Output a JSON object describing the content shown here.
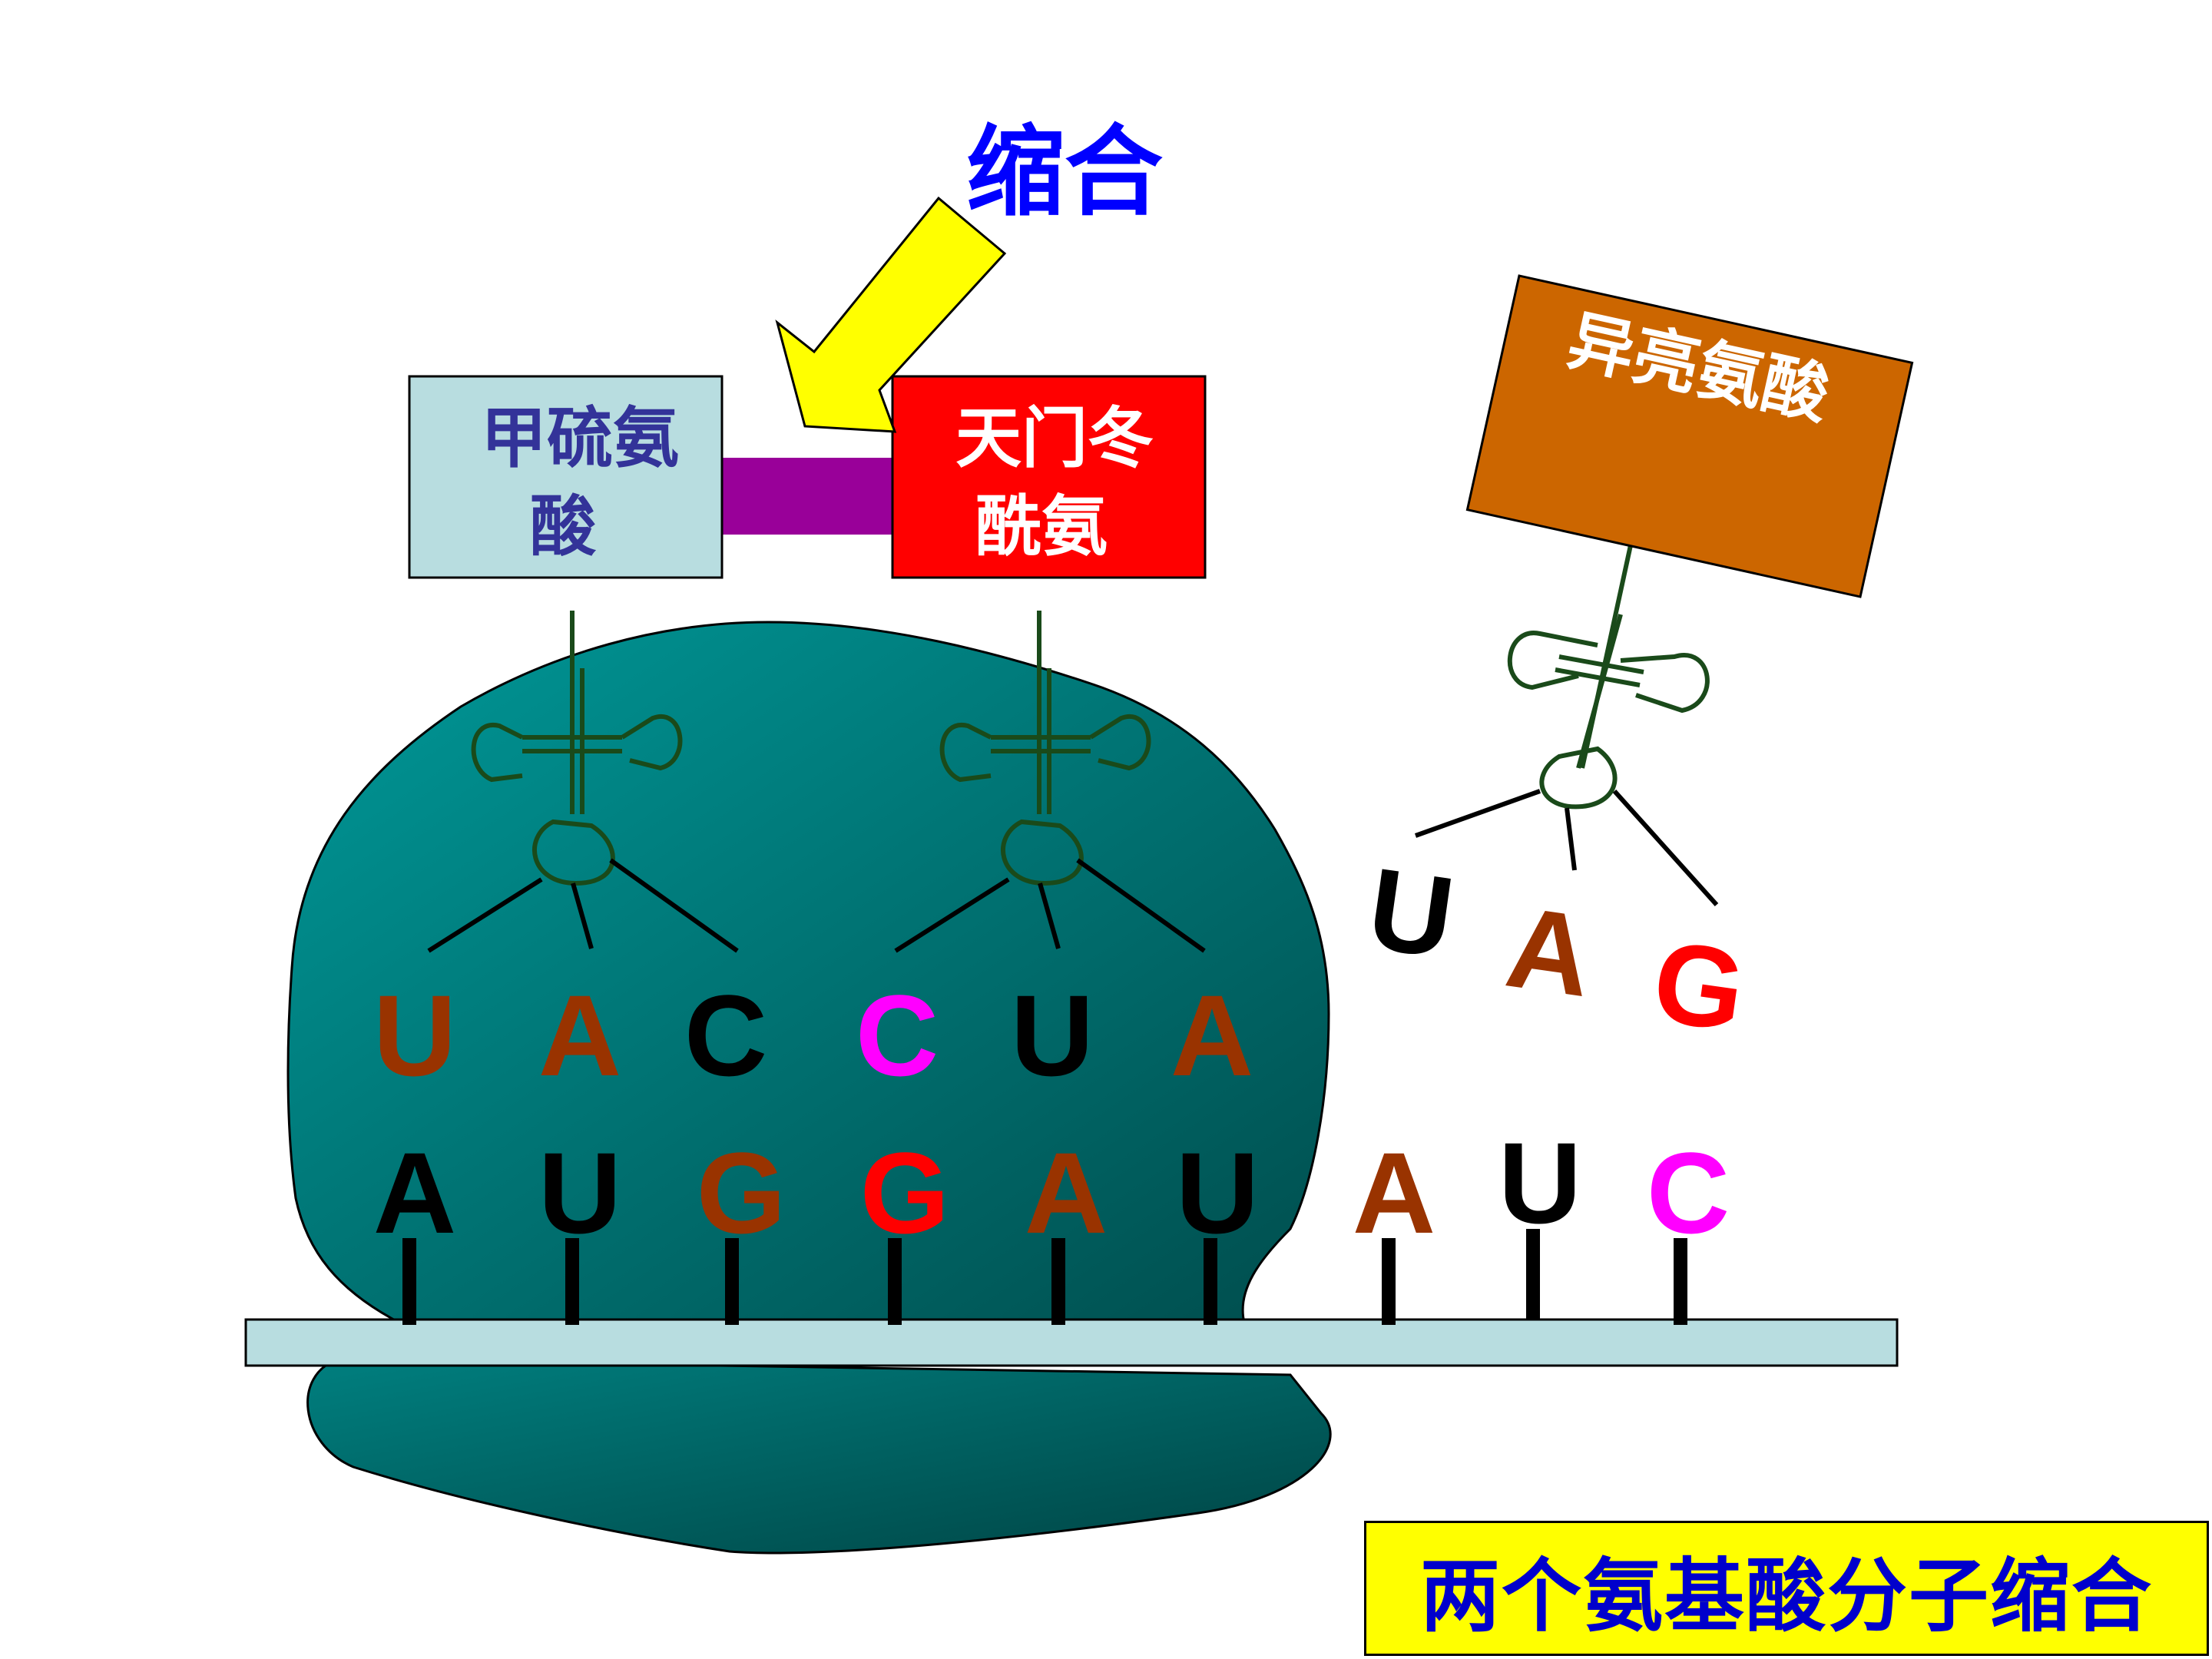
{
  "labels": {
    "condensation": "缩合",
    "methionine": [
      "甲硫氨",
      "酸"
    ],
    "asparagine": [
      "天门冬",
      "酰氨"
    ],
    "isoleucine": "异亮氨酸",
    "caption": "两个氨基酸分子缩合"
  },
  "anticodons": {
    "trna1": [
      "U",
      "A",
      "C"
    ],
    "trna2": [
      "C",
      "U",
      "A"
    ],
    "trna3": [
      "U",
      "A",
      "G"
    ]
  },
  "mrna_codons": [
    "A",
    "U",
    "G",
    "G",
    "A",
    "U",
    "A",
    "U",
    "C"
  ],
  "colors": {
    "methionine_box": "#b8dde0",
    "methionine_text": "#333399",
    "asparagine_box": "#ff0000",
    "isoleucine_box": "#cc6600",
    "peptide_bond": "#990099",
    "arrow": "#ffff00",
    "ribosome_light": "#009999",
    "ribosome_dark": "#004d4d",
    "mrna_strand": "#b8dde0",
    "trna": "#1a4a1a",
    "condensation_text": "#0000ff",
    "caption_bg": "#ffff00",
    "caption_text": "#0000cc",
    "base_brown": "#993300",
    "base_black": "#000000",
    "base_magenta": "#ff00ff",
    "base_red": "#ff0000"
  }
}
